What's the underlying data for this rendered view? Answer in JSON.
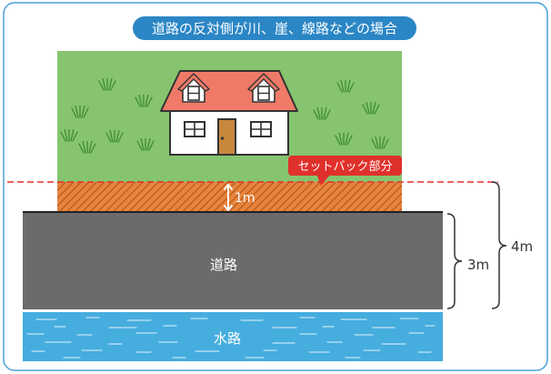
{
  "title": "道路の反対側が川、崖、線路などの場合",
  "labels": {
    "setback": "セットバック部分",
    "setback_depth": "1m",
    "road": "道路",
    "waterway": "水路",
    "road_width": "3m",
    "required_width": "4m"
  },
  "colors": {
    "frame": "#4a9fd8",
    "title_background": "#2b86c5",
    "lawn": "#86c46f",
    "setback_area": "#e8843c",
    "setback_line": "#e0302b",
    "callout": "#e0302b",
    "road": "#6b6b6b",
    "water": "#46addf",
    "roof": "#f07a68",
    "door": "#c8873d"
  },
  "icons": {
    "house": "house-icon",
    "grass": "grass-tuft-icon"
  }
}
